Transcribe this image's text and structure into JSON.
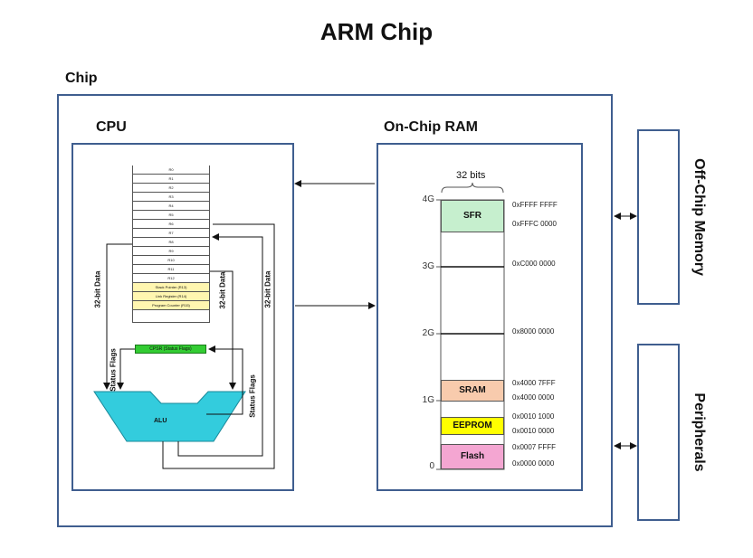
{
  "title": "ARM Chip",
  "chip": {
    "label": "Chip"
  },
  "cpu": {
    "label": "CPU",
    "registers": [
      "R0",
      "R1",
      "R2",
      "R3",
      "R4",
      "R5",
      "R6",
      "R7",
      "R8",
      "R9",
      "R10",
      "R11",
      "R12"
    ],
    "special_registers": [
      "Stack Pointer (R13)",
      "Link Register (R14)",
      "Program Counter (R15)"
    ],
    "cpsr": "CPSR (Status Flags)",
    "alu": "ALU",
    "data_left": "32-bit Data",
    "data_mid": "32-bit Data",
    "data_right": "32-bit Data",
    "flags_left": "Status Flags",
    "flags_right": "Status Flags"
  },
  "ram": {
    "label": "On-Chip RAM",
    "width_label": "32 bits",
    "gb_marks": [
      "4G",
      "3G",
      "2G",
      "1G",
      "0"
    ],
    "segments": {
      "sfr": "SFR",
      "sram": "SRAM",
      "eeprom": "EEPROM",
      "flash": "Flash"
    },
    "addresses": {
      "a1": "0xFFFF FFFF",
      "a2": "0xFFFC 0000",
      "a3": "0xC000 0000",
      "a4": "0x8000 0000",
      "a5": "0x4000 7FFF",
      "a6": "0x4000 0000",
      "a7": "0x0010 1000",
      "a8": "0x0010 0000",
      "a9": "0x0007 FFFF",
      "a10": "0x0000 0000"
    }
  },
  "off_chip_memory": "Off-Chip Memory",
  "peripherals": "Peripherals",
  "colors": {
    "border": "#3f5e8f",
    "sfr": "#c6efce",
    "sram": "#f8cbad",
    "eeprom": "#ffff00",
    "flash": "#f4a6d2",
    "alu": "#33ccdd",
    "cpsr": "#33cc33"
  }
}
